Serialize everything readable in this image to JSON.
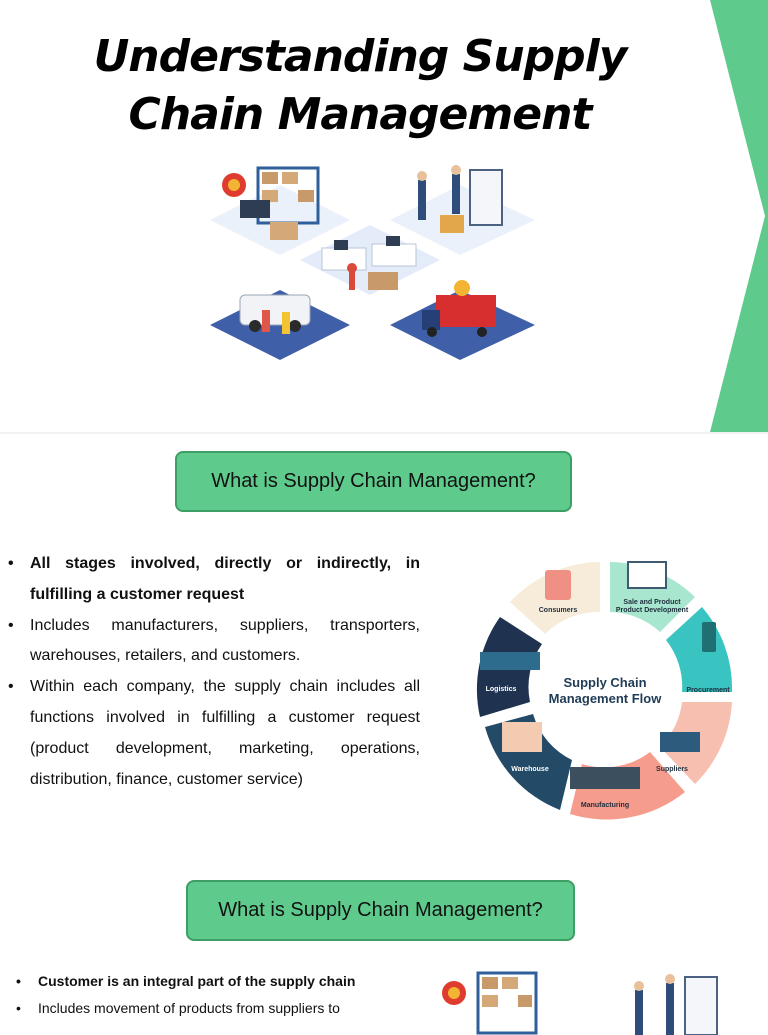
{
  "slide1": {
    "title_line1": "Understanding Supply",
    "title_line2": "Chain Management"
  },
  "section1": {
    "heading": "What is Supply Chain Management?",
    "bullets": [
      "All stages involved, directly or indirectly, in fulfilling a customer request",
      "Includes manufacturers, suppliers, transporters, warehouses, retailers, and customers.",
      "Within each company, the supply chain includes all functions involved in fulfilling a customer request (product development, marketing, operations, distribution, finance, customer service)"
    ],
    "flow": {
      "center_line1": "Supply Chain",
      "center_line2": "Management Flow",
      "stages": {
        "consumers": "Consumers",
        "sale_line1": "Sale and Product",
        "sale_line2": "Product Development",
        "procurement": "Procurement",
        "suppliers": "Suppliers",
        "manufacturing": "Manufacturing",
        "warehouse": "Warehouse",
        "logistics": "Logistics"
      }
    }
  },
  "section2": {
    "heading": "What is Supply Chain Management?",
    "bullets": [
      "Customer is an integral part of the supply chain",
      "Includes movement of products from suppliers to"
    ]
  },
  "colors": {
    "accent_green": "#5ecb8d",
    "accent_border": "#3d9f66",
    "navy": "#2d4a6b"
  }
}
